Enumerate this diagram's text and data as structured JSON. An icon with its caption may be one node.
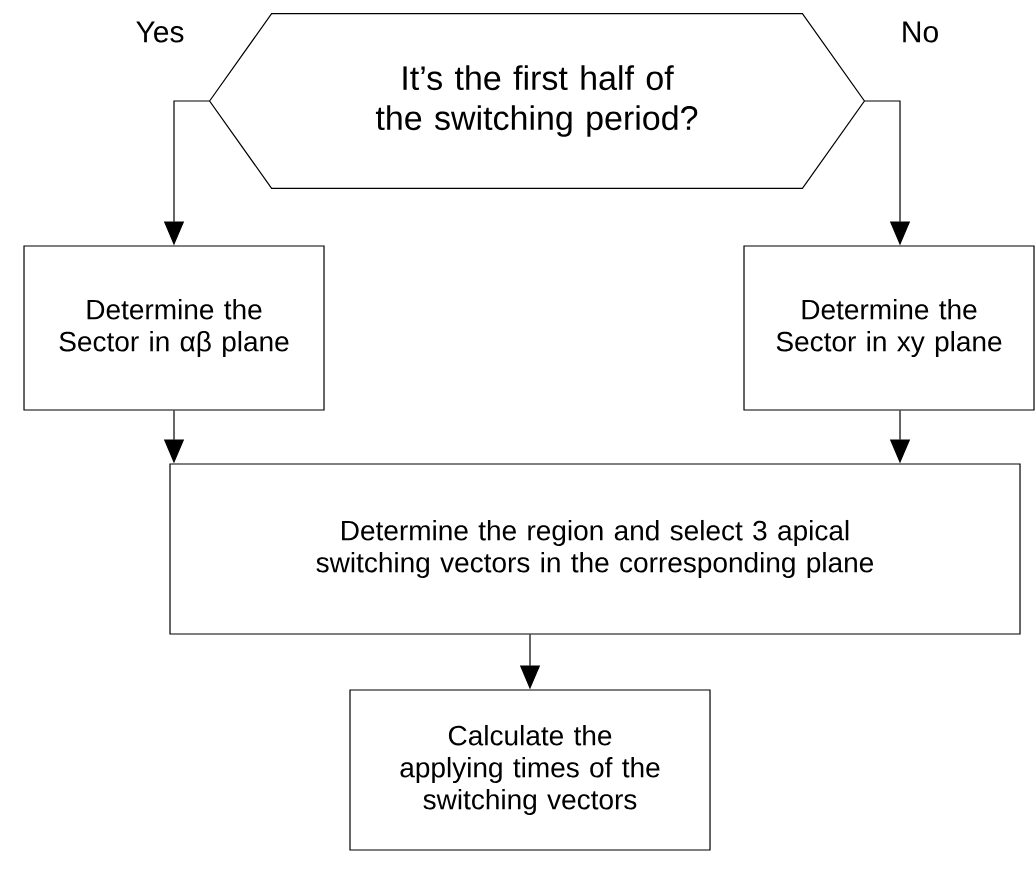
{
  "diagram": {
    "nodes": [
      {
        "text": [
          "It’s the first half of the switching period?"
        ]
      },
      {
        "text": [
          "Determine the Sector in αβ plane"
        ]
      },
      {
        "text": [
          "Determine the Sector in xy plane"
        ]
      },
      {
        "text": [
          "Determine the region and select 3 apical switching vectors in the corresponding plane"
        ]
      },
      {
        "text": [
          "Calculate the applying times of the switching vectors"
        ]
      }
    ],
    "edges": [
      {
        "from": 0,
        "to": 1,
        "arrow": "to",
        "label": "Yes"
      },
      {
        "from": 0,
        "to": 2,
        "arrow": "to",
        "label": "No"
      },
      {
        "from": 1,
        "to": 3,
        "arrow": "to"
      },
      {
        "from": 2,
        "to": 3,
        "arrow": "to"
      },
      {
        "from": 3,
        "to": 4,
        "arrow": "to"
      }
    ]
  }
}
